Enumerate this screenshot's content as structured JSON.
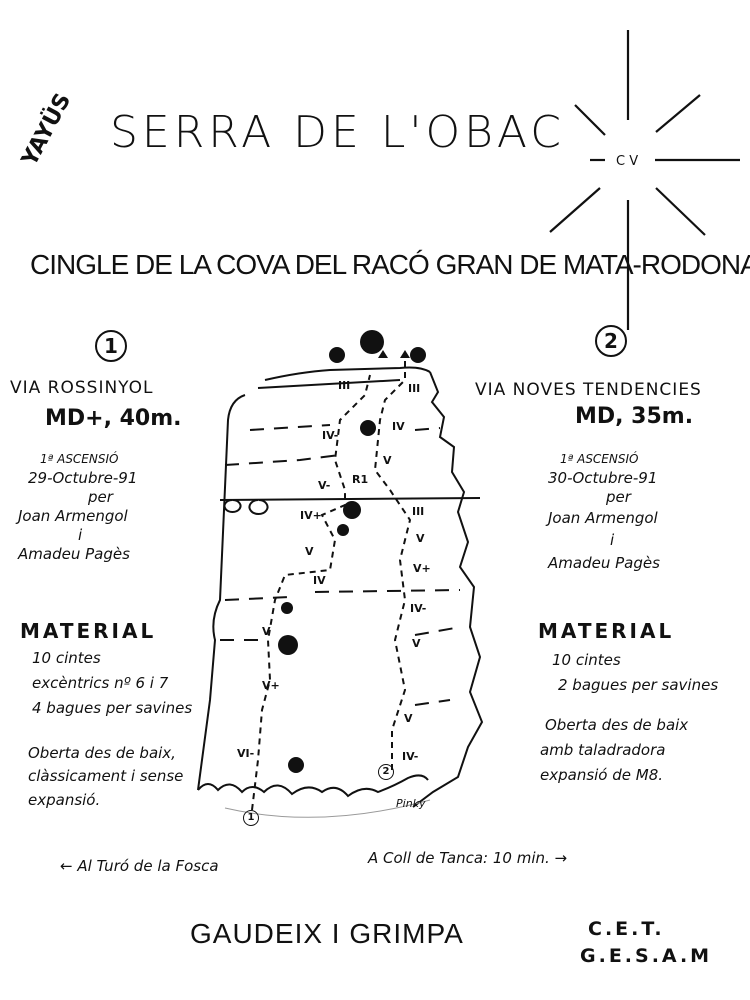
{
  "header": {
    "signature": "YAYÜS",
    "title": "SERRA DE L'OBAC",
    "compass_label": "C V",
    "subtitle": "CINGLE DE LA COVA DEL RACÓ GRAN DE MATA-RODONA."
  },
  "routes": [
    {
      "number": "1",
      "name": "VIA ROSSINYOL",
      "grade": "MD+, 40m.",
      "ascent_label": "1ª ASCENSIÓ",
      "date": "29-Octubre-91",
      "per": "per",
      "climber1": "Joan Armengol",
      "and": "i",
      "climber2": "Amadeu Pagès",
      "material_title": "MATERIAL",
      "material": [
        "10 cintes",
        "excèntrics nº 6 i 7",
        "4 bagues per savines"
      ],
      "notes": [
        "Oberta des de baix,",
        "clàssicament i sense",
        "expansió."
      ]
    },
    {
      "number": "2",
      "name": "VIA NOVES TENDENCIES",
      "grade": "MD, 35m.",
      "ascent_label": "1ª ASCENSIÓ",
      "date": "30-Octubre-91",
      "per": "per",
      "climber1": "Joan Armengol",
      "and": "i",
      "climber2": "Amadeu Pagès",
      "material_title": "MATERIAL",
      "material": [
        "10 cintes",
        "2 bagues per savines"
      ],
      "notes": [
        "Oberta des de baix",
        "amb taladradora",
        "expansió de M8."
      ]
    }
  ],
  "topo": {
    "grades": [
      "III",
      "III",
      "IV-",
      "IV",
      "V",
      "V-",
      "R1",
      "IV+",
      "III",
      "V",
      "V",
      "V+",
      "IV",
      "IV-",
      "V",
      "V",
      "V+",
      "V",
      "VI-",
      "IV-"
    ],
    "start_markers": [
      "1",
      "2"
    ],
    "artist_signature": "Pinky"
  },
  "directions": {
    "left": "← Al Turó de la Fosca",
    "right": "A Coll de Tanca: 10 min. →"
  },
  "footer": {
    "motto": "GAUDEIX I GRIMPA",
    "club_line1": "C.E.T.",
    "club_line2": "G.E.S.A.M"
  }
}
